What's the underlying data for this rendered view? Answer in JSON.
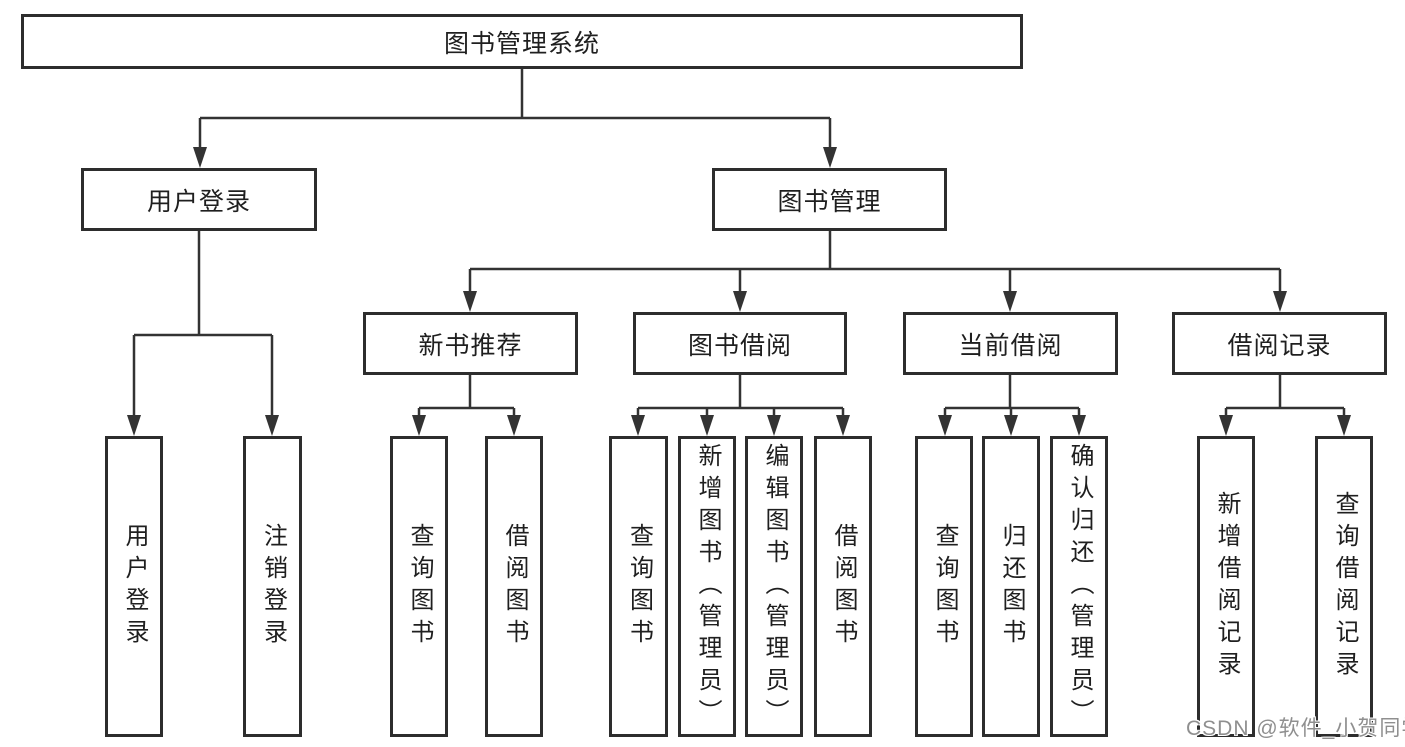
{
  "tree": {
    "label": "图书管理系统",
    "children": [
      {
        "label": "用户登录",
        "children": [
          {
            "label": "用户登录"
          },
          {
            "label": "注销登录"
          }
        ]
      },
      {
        "label": "图书管理",
        "children": [
          {
            "label": "新书推荐",
            "children": [
              {
                "label": "查询图书"
              },
              {
                "label": "借阅图书"
              }
            ]
          },
          {
            "label": "图书借阅",
            "children": [
              {
                "label": "查询图书"
              },
              {
                "label": "新增图书（管理员）"
              },
              {
                "label": "编辑图书（管理员）"
              },
              {
                "label": "借阅图书"
              }
            ]
          },
          {
            "label": "当前借阅",
            "children": [
              {
                "label": "查询图书"
              },
              {
                "label": "归还图书"
              },
              {
                "label": "确认归还（管理员）"
              }
            ]
          },
          {
            "label": "借阅记录",
            "children": [
              {
                "label": "新增借阅记录"
              },
              {
                "label": "查询借阅记录"
              }
            ]
          }
        ]
      }
    ]
  },
  "watermark": "CSDN @软件_小贺同学",
  "colors": {
    "line": "#333333",
    "box_border": "#2d2d2d",
    "text": "#1f1f1f",
    "watermark": "#8f8f8f",
    "background": "#ffffff"
  }
}
